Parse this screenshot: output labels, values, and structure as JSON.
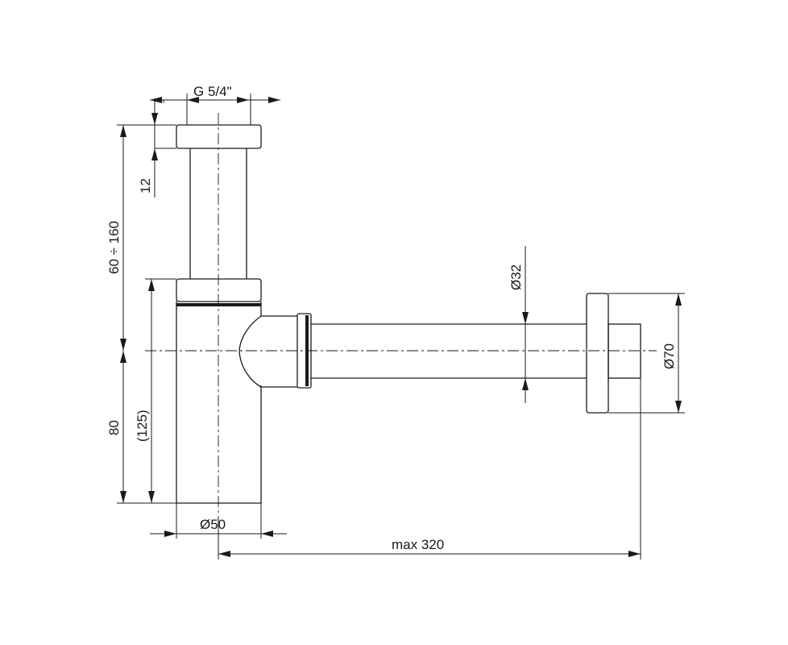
{
  "dimensions": {
    "thread": "G 5/4\"",
    "flange_height": "12",
    "height_range": "60 ÷ 160",
    "body_height": "80",
    "body_total": "(125)",
    "body_diameter": "Ø50",
    "pipe_diameter": "Ø32",
    "rosette_diameter": "Ø70",
    "max_length": "max 320"
  },
  "colors": {
    "line": "#1a1a1a",
    "background": "#ffffff"
  }
}
